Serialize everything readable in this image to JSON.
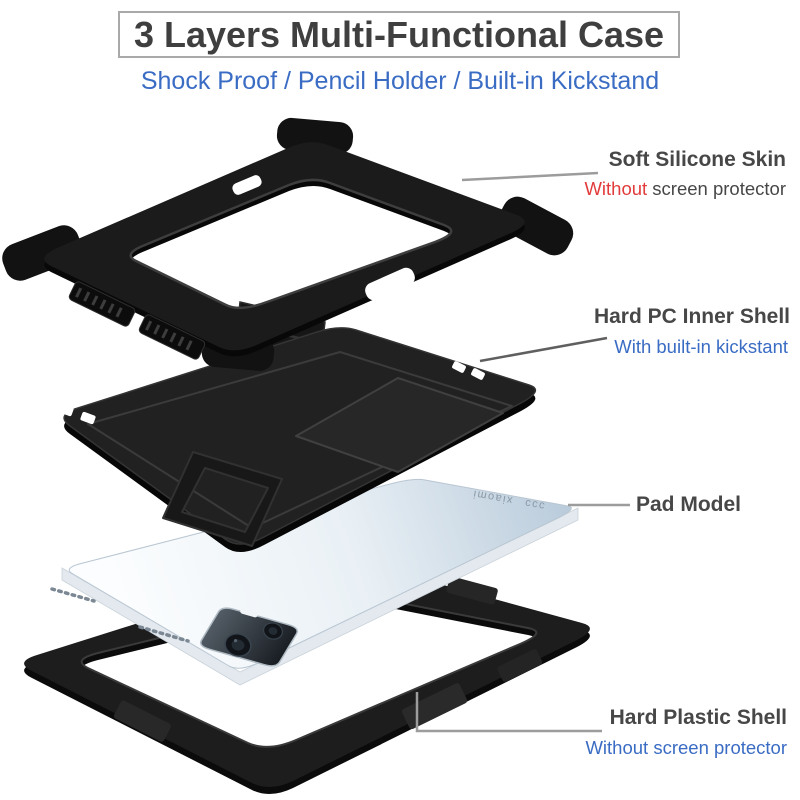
{
  "colors": {
    "title": "#3f3f3f",
    "label": "#474747",
    "blue": "#3a6cc4",
    "red": "#e23b3b",
    "brand_text": "#8a97a4"
  },
  "header": {
    "title": "3 Layers Multi-Functional Case",
    "subtitle": "Shock Proof / Pencil Holder / Built-in Kickstand"
  },
  "callouts": {
    "silicone": {
      "label": "Soft Silicone Skin",
      "sub_accent": "Without",
      "sub_rest": " screen protector"
    },
    "pc_shell": {
      "label": "Hard PC Inner Shell",
      "sub": "With built-in kickstant"
    },
    "pad": {
      "label": "Pad Model"
    },
    "plastic_shell": {
      "label": "Hard Plastic Shell",
      "sub": "Without screen protector"
    }
  },
  "product": {
    "brand": "xiaomi",
    "marks": "ɔɔɔ"
  }
}
